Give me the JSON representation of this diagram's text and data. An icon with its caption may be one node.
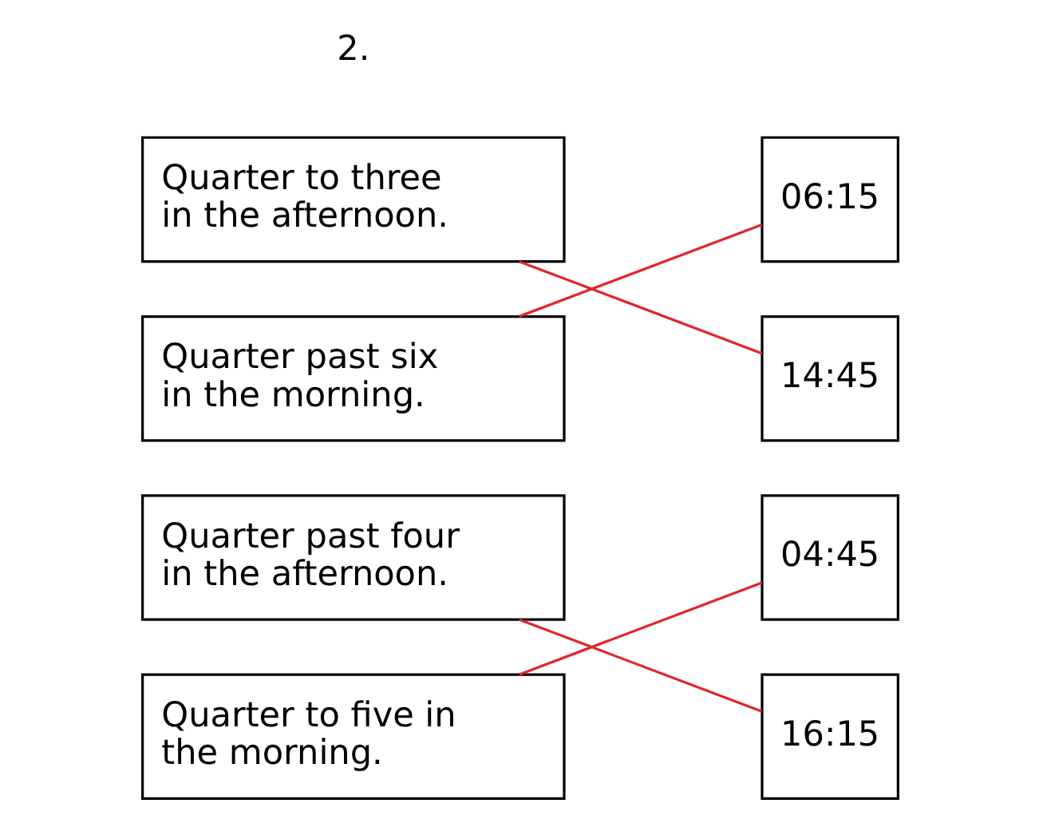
{
  "diagram": {
    "nodes": [
      {
        "text": [
          "Quarter to three in the afternoon."
        ]
      },
      {
        "text": [
          "06:15"
        ]
      },
      {
        "text": [
          "Quarter past six in the morning."
        ]
      },
      {
        "text": [
          "14:45"
        ]
      },
      {
        "text": [
          "Quarter past four in the afternoon."
        ]
      },
      {
        "text": [
          "04:45"
        ]
      },
      {
        "text": [
          "Quarter to five in the morning."
        ]
      },
      {
        "text": [
          "16:15"
        ]
      }
    ],
    "edges": [
      {
        "from": 0,
        "to": 3,
        "arrow": "none",
        "color": "#e3242b"
      },
      {
        "from": 2,
        "to": 1,
        "arrow": "none",
        "color": "#e3242b"
      },
      {
        "from": 4,
        "to": 7,
        "arrow": "none",
        "color": "#e3242b"
      },
      {
        "from": 6,
        "to": 5,
        "arrow": "none",
        "color": "#e3242b"
      }
    ],
    "labels": [
      "2."
    ]
  }
}
